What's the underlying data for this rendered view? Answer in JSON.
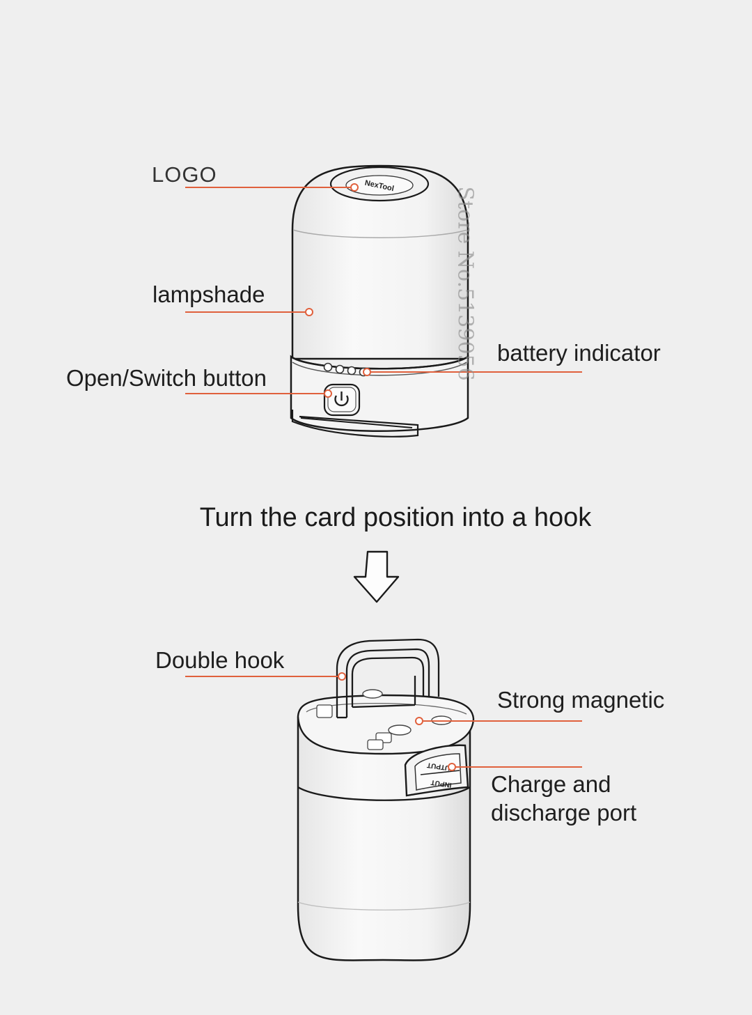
{
  "labels": {
    "logo": "LOGO",
    "lampshade": "lampshade",
    "open_switch_button": "Open/Switch button",
    "battery_indicator": "battery indicator",
    "double_hook": "Double hook",
    "strong_magnetic": "Strong magnetic",
    "charge_port_line1": "Charge and",
    "charge_port_line2": "discharge port"
  },
  "caption": "Turn the card position into a hook",
  "watermark": "Store No.5139056",
  "device_text": {
    "brand_badge": "NexTool",
    "port_input": "INPUT",
    "port_output": "OUTPUT"
  },
  "colors": {
    "callout": "#e0603c",
    "outline": "#1a1a1a",
    "background": "#efefef"
  }
}
